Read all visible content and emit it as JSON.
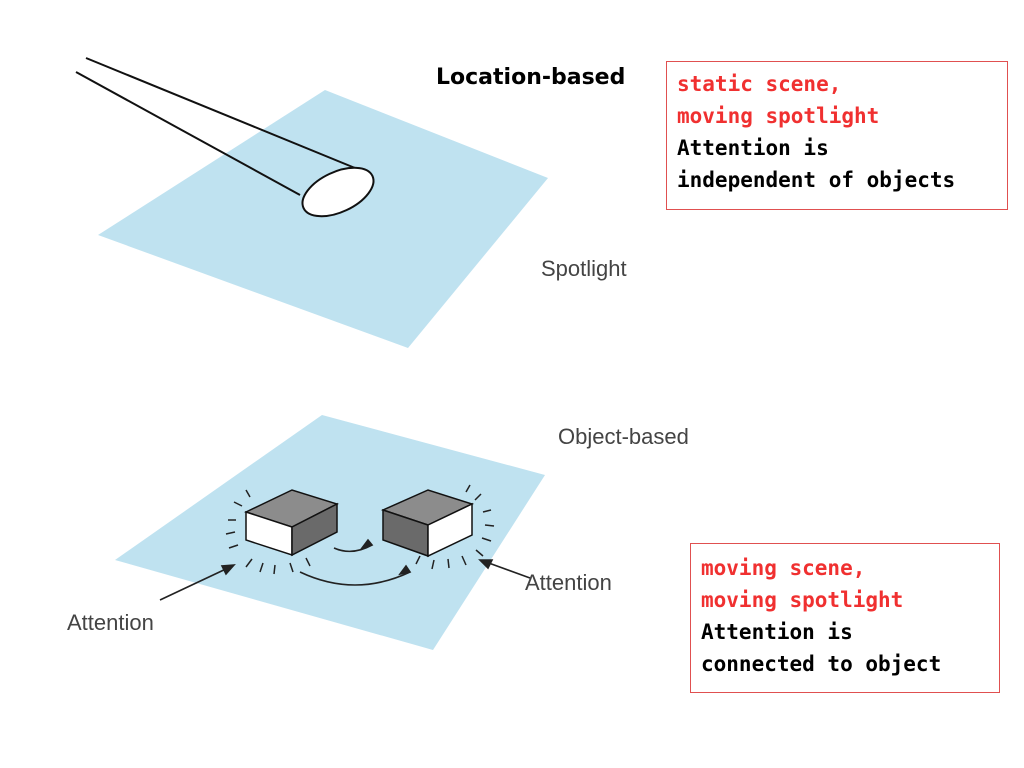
{
  "location_heading": "Location-based",
  "spotlight_label": "Spotlight",
  "object_based_label": "Object-based",
  "attention_label_left": "Attention",
  "attention_label_right": "Attention",
  "note_location": {
    "lines": [
      "static scene,",
      "moving spotlight",
      "Attention is",
      "independent of objects"
    ]
  },
  "note_object": {
    "lines": [
      "moving scene,",
      "moving spotlight",
      "Attention is",
      "connected to object"
    ]
  },
  "colors": {
    "plane": "#bfe2f0",
    "note_red": "#f03030",
    "box_border": "#e05050"
  },
  "icons": [
    "spotlight-beam",
    "block-left",
    "block-right",
    "attention-arrow"
  ]
}
